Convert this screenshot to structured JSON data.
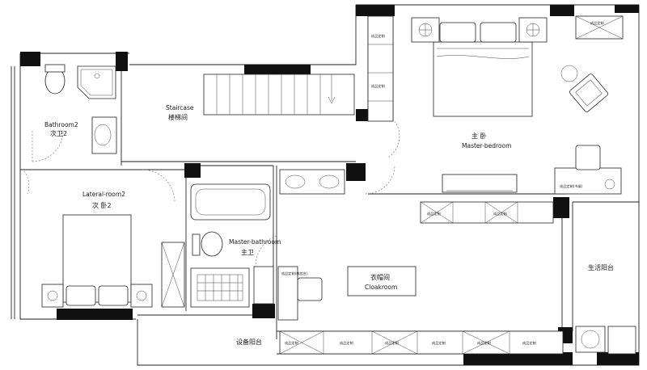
{
  "rooms": {
    "bathroom2": {
      "en": "Bathroom2",
      "cn": "次卫2"
    },
    "staircase": {
      "en": "Staircase",
      "cn": "楼梯间"
    },
    "master_bedroom": {
      "en": "Master-bedroom",
      "cn": "主 卧"
    },
    "lateral_room2": {
      "en": "Lateral-room2",
      "cn": "次 卧2"
    },
    "master_bathroom": {
      "en": "Master-bathroom",
      "cn": "主卫"
    },
    "cloakroom": {
      "en": "Cloakroom",
      "cn": "衣帽间"
    },
    "living_balcony": {
      "cn": "生活阳台"
    },
    "equipment_balcony": {
      "cn": "设备阳台"
    }
  },
  "cabinet_labels": {
    "custom": "成品定制",
    "custom_desk": "成品定制(书桌)",
    "custom_dresser": "成品定制(梳妆台)"
  }
}
